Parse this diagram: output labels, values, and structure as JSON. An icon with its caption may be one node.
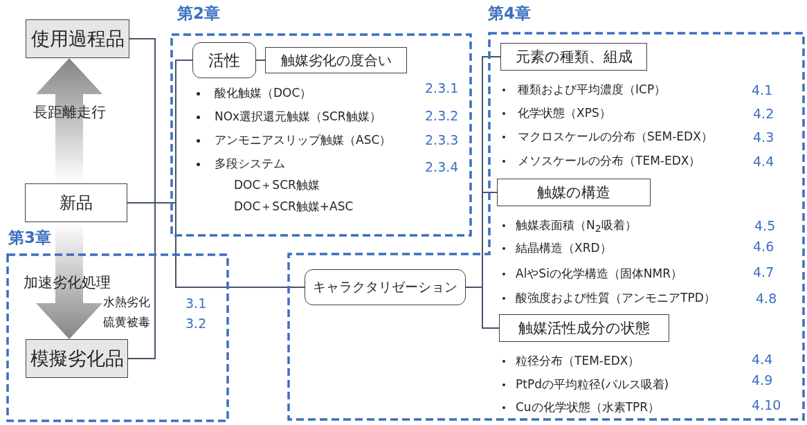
{
  "diagram": {
    "nodes": [
      {
        "text": [
          "使用過程品"
        ]
      },
      {
        "text": [
          "新品"
        ]
      },
      {
        "text": [
          "第2章"
        ]
      },
      {
        "text": [
          "活性"
        ],
        "in": 2
      },
      {
        "text": [
          "触媒劣化の度合い"
        ],
        "in": 2
      },
      {
        "text": [
          "第3章"
        ]
      },
      {
        "text": [
          "模擬劣化品"
        ],
        "in": 5
      },
      {
        "text": [
          "第4章"
        ]
      },
      {
        "text": [
          "キャラクタリゼーション"
        ],
        "in": 7
      },
      {
        "text": [
          "元素の種類、組成"
        ],
        "in": 7
      },
      {
        "text": [
          "触媒の構造"
        ],
        "in": 7
      },
      {
        "text": [
          "触媒活性成分の状態"
        ],
        "in": 7
      }
    ],
    "edges": [
      {
        "from": 1,
        "to": 0,
        "arrow": "to",
        "label": "長距離走行",
        "style": "thick",
        "color": "#858585"
      },
      {
        "from": 1,
        "to": 6,
        "arrow": "to",
        "label": "加速劣化処理",
        "style": "thick",
        "color": "#858585"
      },
      {
        "from": 0,
        "to": 6,
        "arrow": "none"
      },
      {
        "from": 1,
        "to": 3,
        "arrow": "none"
      },
      {
        "from": 1,
        "to": 8,
        "arrow": "none"
      },
      {
        "from": 3,
        "to": 4,
        "arrow": "none"
      },
      {
        "from": 8,
        "to": 9,
        "arrow": "none"
      },
      {
        "from": 8,
        "to": 10,
        "arrow": "none"
      },
      {
        "from": 8,
        "to": 11,
        "arrow": "none"
      }
    ],
    "labels": [
      "酸化触媒（DOC）",
      "2.3.1",
      "NOx選択還元触媒（SCR触媒）",
      "2.3.2",
      "アンモニアスリップ触媒（ASC）",
      "2.3.3",
      "多段システム",
      "2.3.4",
      "DOC＋SCR触媒",
      "DOC＋SCR触媒+ASC",
      "水熱劣化",
      "3.1",
      "硫黄被毒",
      "3.2",
      "種類および平均濃度（ICP）",
      "4.1",
      "化学状態（XPS）",
      "4.2",
      "マクロスケールの分布（SEM-EDX）",
      "4.3",
      "メソスケールの分布（TEM-EDX）",
      "4.4",
      "触媒表面積（N$_{2}$吸着）",
      "4.5",
      "結晶構造（XRD）",
      "4.6",
      "AlやSiの化学構造（固体NMR）",
      "4.7",
      "酸強度および性質（アンモニアTPD）",
      "4.8",
      "粒径分布（TEM-EDX）",
      "4.4",
      "PtPdの平均粒径(パルス吸着)",
      "4.9",
      "Cuの化学状態（水素TPR）",
      "4.10"
    ]
  }
}
